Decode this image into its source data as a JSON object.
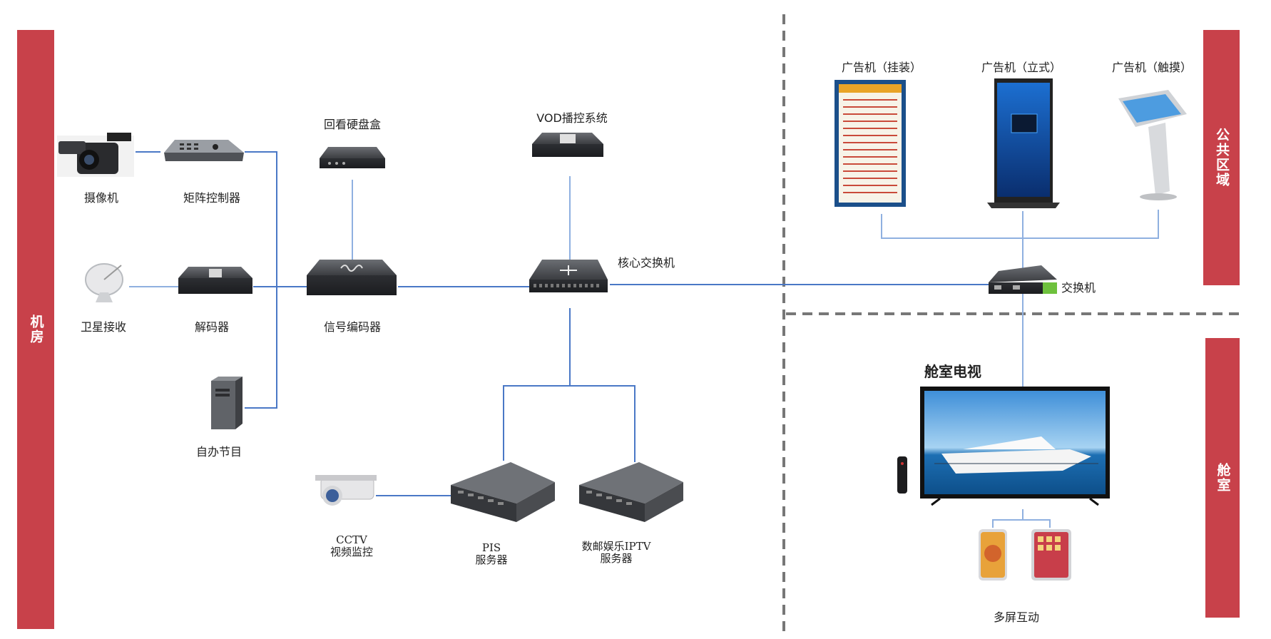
{
  "zones": {
    "machine_room": "机房",
    "public_area": "公共区域",
    "cabin": "舱室"
  },
  "nodes": {
    "camera": "摄像机",
    "matrix_controller": "矩阵控制器",
    "satellite": "卫星接收",
    "decoder": "解码器",
    "self_program": "自办节目",
    "playback_disk": "回看硬盘盒",
    "signal_encoder": "信号编码器",
    "vod_system": "VOD播控系统",
    "core_switch": "核心交换机",
    "cctv_line1": "CCTV",
    "cctv_line2": "视频监控",
    "pis_line1": "PIS",
    "pis_line2": "服务器",
    "iptv_line1": "数邮娱乐IPTV",
    "iptv_line2": "服务器",
    "ad_wall": "广告机（挂装）",
    "ad_stand": "广告机（立式）",
    "ad_touch": "广告机（触摸）",
    "switch": "交换机",
    "cabin_tv": "舱室电视",
    "multi_screen": "多屏互动"
  },
  "colors": {
    "band": "#c8414a",
    "link": "#4a78c6",
    "link_light": "#8fb0e0",
    "divider": "#777777"
  }
}
